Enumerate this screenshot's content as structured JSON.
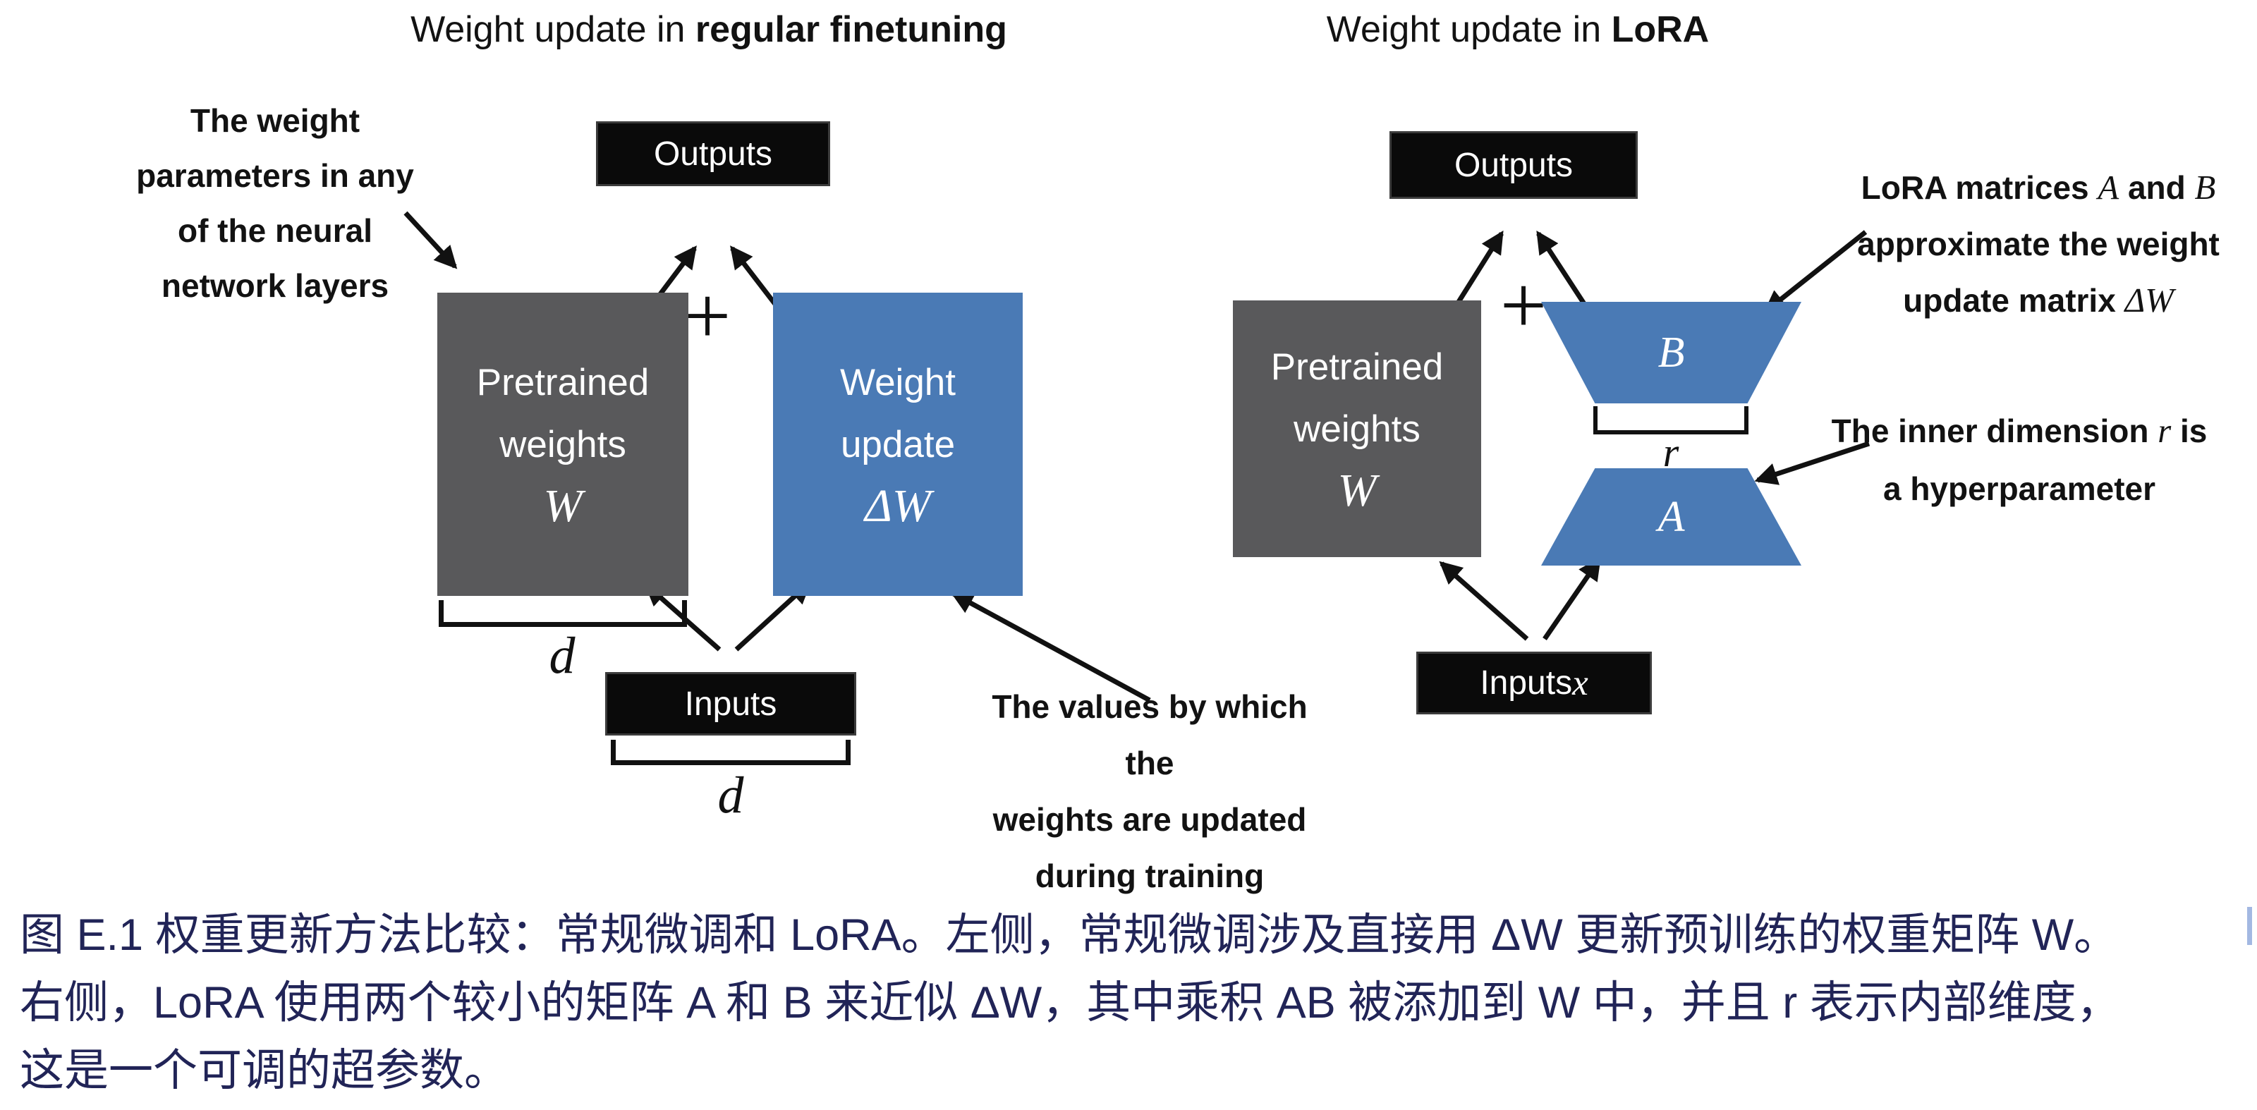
{
  "left_panel": {
    "title_prefix": "Weight update in ",
    "title_bold": "regular finetuning",
    "annotation_weights": [
      "The weight",
      "parameters in any",
      "of the neural",
      "network layers"
    ],
    "outputs_label": "Outputs",
    "plus_sign": "+",
    "pretrained_box": {
      "line1": "Pretrained",
      "line2": "weights",
      "math": "W"
    },
    "update_box": {
      "line1": "Weight",
      "line2": "update",
      "math": "ΔW"
    },
    "dim_label_weights": "d",
    "inputs_label": "Inputs",
    "dim_label_inputs": "d",
    "annotation_values": [
      "The values by which the",
      "weights are updated",
      "during training"
    ]
  },
  "right_panel": {
    "title_prefix": "Weight update in ",
    "title_bold": "LoRA",
    "outputs_label": "Outputs",
    "plus_sign": "+",
    "pretrained_box": {
      "line1": "Pretrained",
      "line2": "weights",
      "math": "W"
    },
    "matrix_b_label": "B",
    "matrix_a_label": "A",
    "rank_label": "r",
    "inputs_label_prefix": "Inputs ",
    "inputs_label_math": "x",
    "annotation_lora": {
      "l1_pre": "LoRA matrices ",
      "l1_m1": "A",
      "l1_mid": " and ",
      "l1_m2": "B",
      "l2": "approximate the weight",
      "l3_pre": "update matrix ",
      "l3_math": "ΔW"
    },
    "annotation_rank": {
      "l1_pre": "The inner dimension ",
      "l1_math": "r",
      "l1_post": " is",
      "l2": "a hyperparameter"
    }
  },
  "caption": {
    "lines": [
      "图 E.1 权重更新方法比较：常规微调和 LoRA。左侧，常规微调涉及直接用 ΔW 更新预训练的权重矩阵 W。",
      "右侧，LoRA 使用两个较小的矩阵 A 和 B 来近似 ΔW，其中乘积 AB 被添加到 W 中，并且 r 表示内部维度，",
      "这是一个可调的超参数。"
    ],
    "text_color": "#212457"
  },
  "colors": {
    "matrix_gray": "#59595b",
    "lora_blue": "#4a7ab5",
    "io_black": "#0a0a0a",
    "arrow_black": "#111111",
    "cursor_blue": "#a3b8e2"
  }
}
